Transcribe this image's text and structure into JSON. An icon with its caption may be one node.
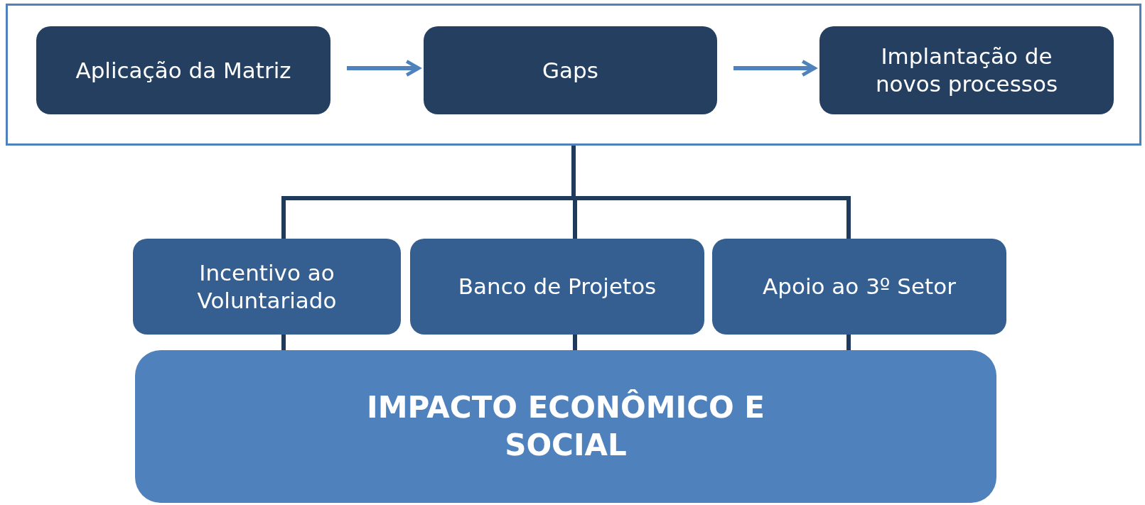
{
  "diagram": {
    "nodes": [
      {
        "text": [],
        "shape": "box"
      },
      {
        "text": [
          "Aplicação da Matriz"
        ],
        "in": 0
      },
      {
        "text": [
          "Gaps"
        ],
        "in": 0
      },
      {
        "text": [
          "Implantação de novos processos"
        ],
        "in": 0
      },
      {
        "text": [
          "Incentivo ao Voluntariado"
        ]
      },
      {
        "text": [
          "Banco de Projetos"
        ]
      },
      {
        "text": [
          "Apoio ao 3º Setor"
        ]
      },
      {
        "text": [
          "IMPACTO ECONÔMICO E SOCIAL"
        ]
      }
    ],
    "edges": [
      {
        "from": 1,
        "to": 2,
        "arrow": "to",
        "color": "#4f81bd"
      },
      {
        "from": 2,
        "to": 3,
        "arrow": "to",
        "color": "#4f81bd"
      },
      {
        "from": 0,
        "to": 4,
        "arrow": "none"
      },
      {
        "from": 0,
        "to": 5,
        "arrow": "none"
      },
      {
        "from": 0,
        "to": 6,
        "arrow": "none"
      },
      {
        "from": 4,
        "to": 7,
        "arrow": "none"
      },
      {
        "from": 5,
        "to": 7,
        "arrow": "none"
      },
      {
        "from": 6,
        "to": 7,
        "arrow": "none"
      }
    ]
  }
}
